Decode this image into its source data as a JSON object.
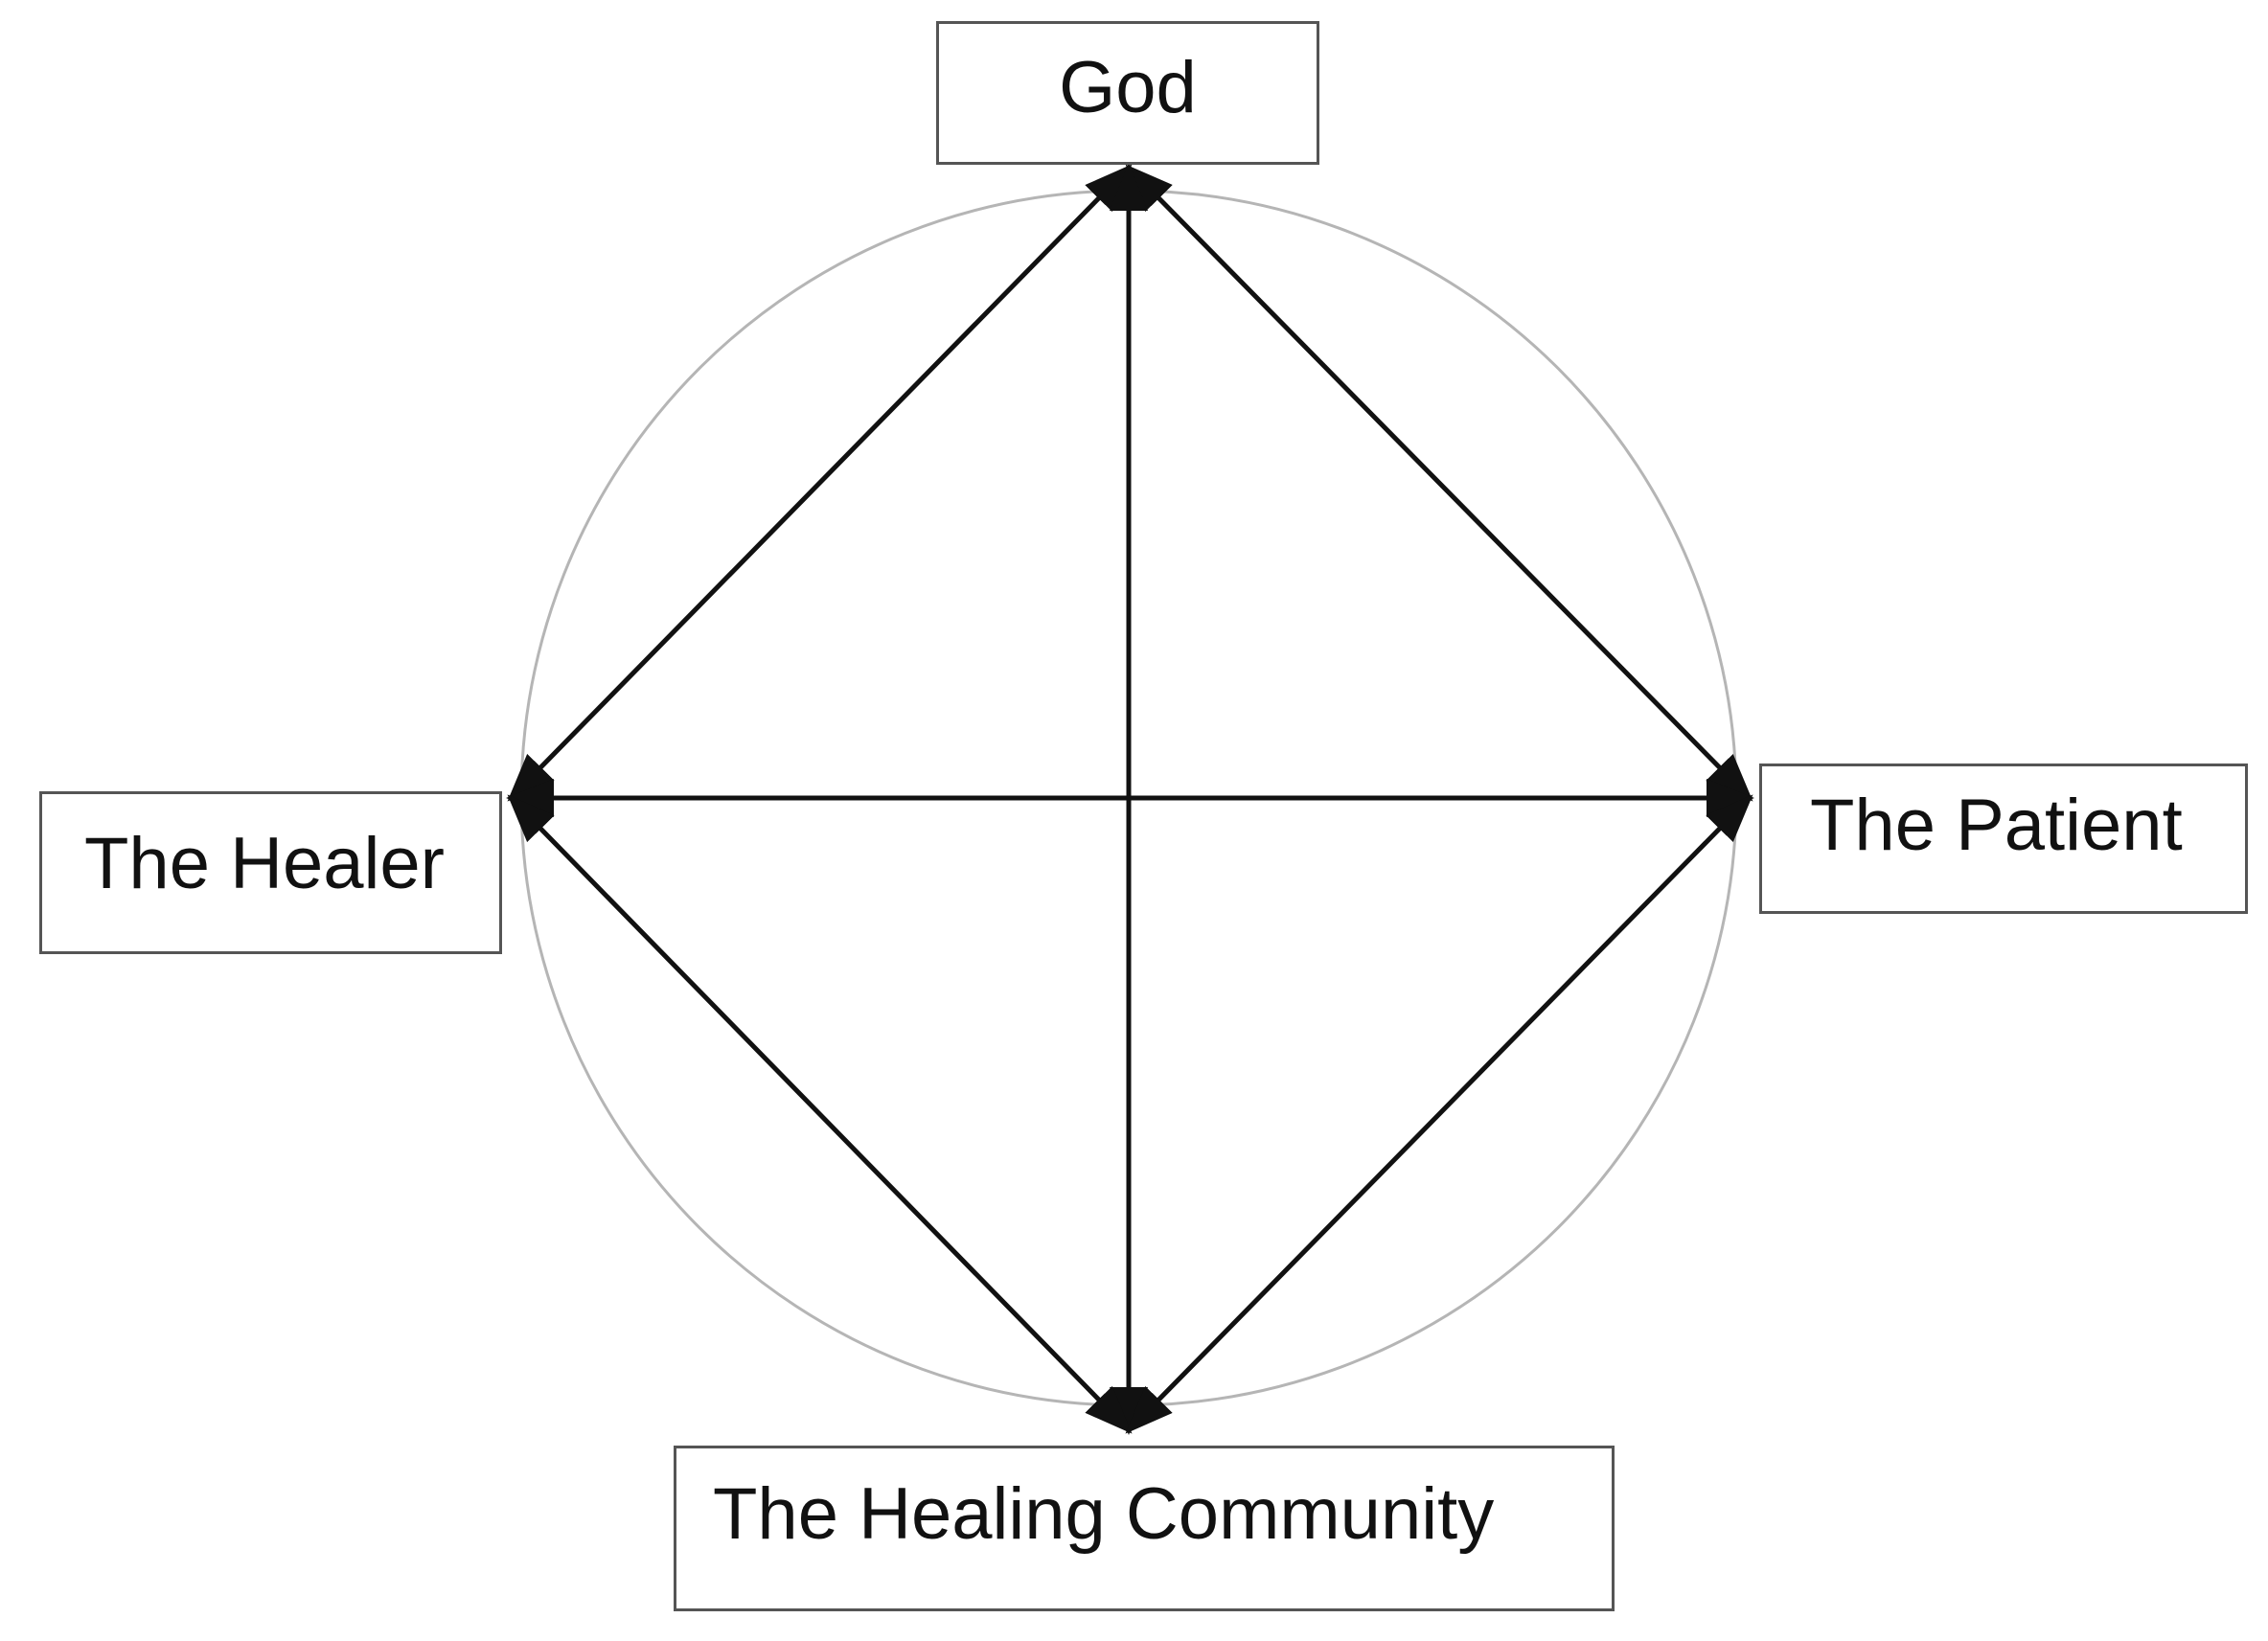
{
  "nodes": {
    "god": {
      "label": "God"
    },
    "healer": {
      "label": "The Healer"
    },
    "patient": {
      "label": "The Patient"
    },
    "community": {
      "label": "The Healing Community"
    }
  },
  "edges": [
    {
      "from": "god",
      "to": "healer",
      "bidirectional": true
    },
    {
      "from": "god",
      "to": "patient",
      "bidirectional": true
    },
    {
      "from": "god",
      "to": "community",
      "bidirectional": true
    },
    {
      "from": "healer",
      "to": "patient",
      "bidirectional": true
    },
    {
      "from": "healer",
      "to": "community",
      "bidirectional": true
    },
    {
      "from": "patient",
      "to": "community",
      "bidirectional": true
    }
  ],
  "colors": {
    "circle": "#b5b5b5",
    "arrow": "#111111",
    "box_border": "#555555",
    "text": "#111111",
    "background": "#ffffff"
  }
}
